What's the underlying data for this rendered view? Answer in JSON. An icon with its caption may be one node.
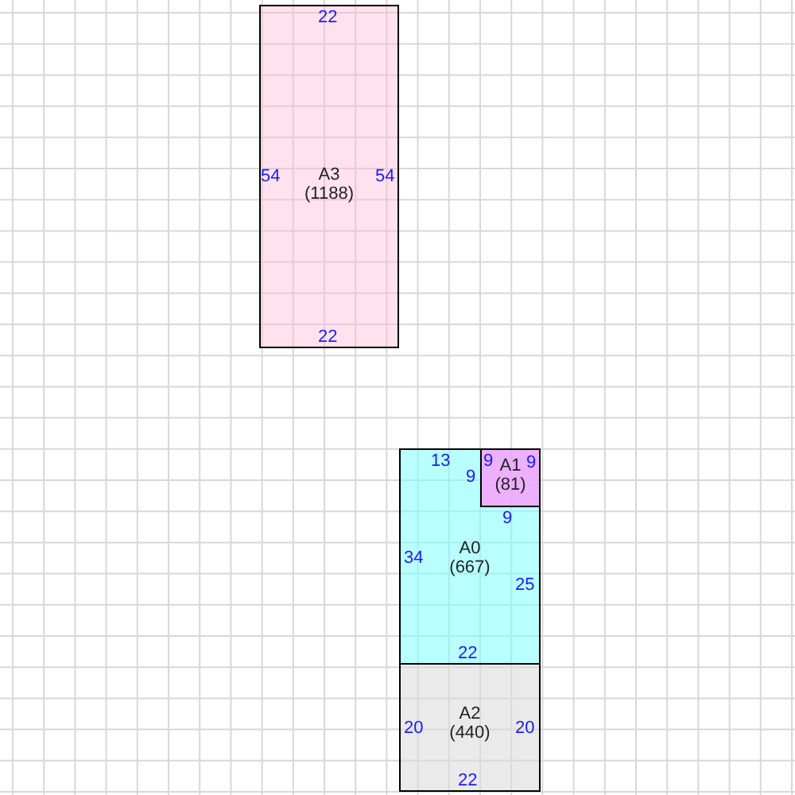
{
  "diagram": {
    "nodes": [
      {
        "text": [
          "A3",
          "(1188)"
        ]
      },
      {
        "text": [
          "A0",
          "(667)"
        ]
      },
      {
        "text": [
          "A1",
          "(81)"
        ],
        "in": 1
      },
      {
        "text": [
          "A2",
          "(440)"
        ]
      }
    ],
    "labels": [
      "22",
      "54",
      "54",
      "22",
      "13",
      "9",
      "9",
      "9",
      "9",
      "34",
      "25",
      "22",
      "20",
      "20",
      "22"
    ]
  }
}
